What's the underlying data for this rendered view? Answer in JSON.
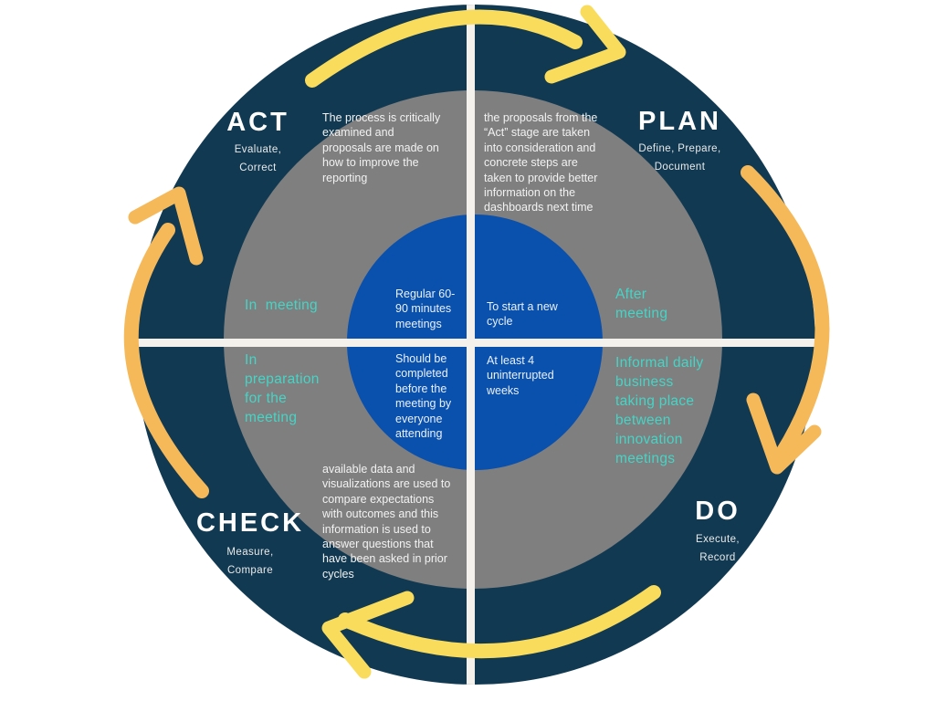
{
  "colors": {
    "navy": "#113A52",
    "gray": "#7F7F7F",
    "blue": "#0A50AD",
    "teal": "#45D5C6",
    "yellow": "#FADC5C",
    "orange": "#F6B95A",
    "line": "#F4F1EC",
    "canvas": "#FFFFFF"
  },
  "quadrants": {
    "act": {
      "title": "ACT",
      "subtitle": "Evaluate,\nCorrect",
      "body": "The process is critically\nexamined and\nproposals are made on\nhow to improve the\nreporting"
    },
    "plan": {
      "title": "PLAN",
      "subtitle": "Define, Prepare,\nDocument",
      "body": "the proposals from the\n“Act” stage are taken\ninto consideration and\nconcrete steps are\ntaken to provide better\ninformation on the\ndashboards next time"
    },
    "check": {
      "title": "CHECK",
      "subtitle": "Measure,\nCompare",
      "body": "available data and\nvisualizations are used to\ncompare expectations\nwith outcomes and this\ninformation is used to\nanswer questions that\nhave been asked in prior\ncycles"
    },
    "do": {
      "title": "DO",
      "subtitle": "Execute,\nRecord"
    }
  },
  "ring_labels": {
    "in_meeting": "In  meeting",
    "after_meeting": "After\nmeeting",
    "in_preparation": "In\npreparation\nfor the\nmeeting",
    "informal_daily": "Informal daily\nbusiness\ntaking place\nbetween\ninnovation\nmeetings"
  },
  "center_notes": {
    "top_left": "Regular 60-\n90 minutes\nmeetings",
    "top_right": "To start a new\ncycle",
    "bottom_left": "Should be\ncompleted\nbefore the\nmeeting by\neveryone\nattending",
    "bottom_right": "At least 4\nuninterrupted\nweeks"
  }
}
